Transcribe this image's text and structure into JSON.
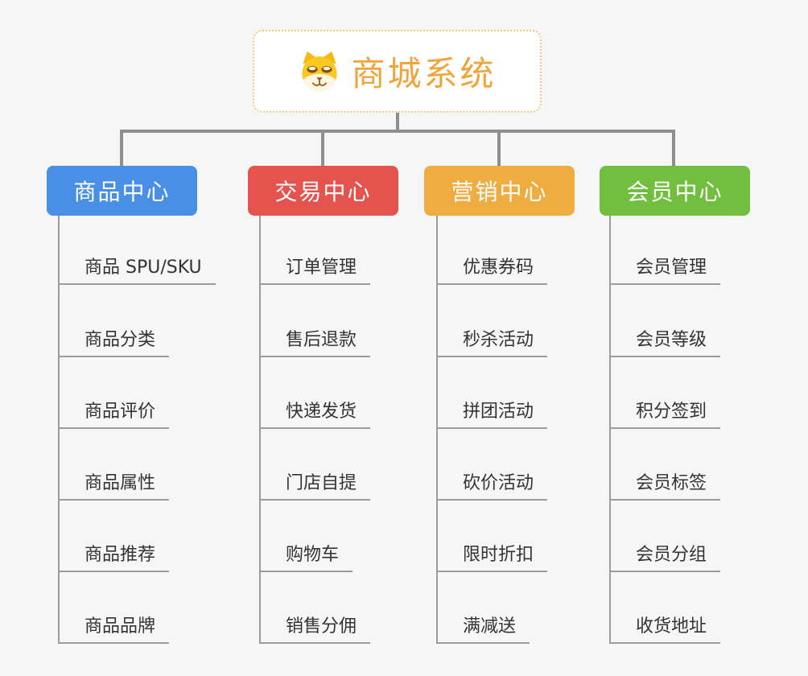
{
  "root": {
    "title": "商城系统",
    "icon": "dog-face-icon",
    "accent_color": "#f0a43c",
    "border_color": "#f5c678"
  },
  "branches": [
    {
      "label": "商品中心",
      "color": "#4a8fe6",
      "items": [
        "商品 SPU/SKU",
        "商品分类",
        "商品评价",
        "商品属性",
        "商品推荐",
        "商品品牌"
      ]
    },
    {
      "label": "交易中心",
      "color": "#e5534f",
      "items": [
        "订单管理",
        "售后退款",
        "快递发货",
        "门店自提",
        "购物车",
        "销售分佣"
      ]
    },
    {
      "label": "营销中心",
      "color": "#efac41",
      "items": [
        "优惠券码",
        "秒杀活动",
        "拼团活动",
        "砍价活动",
        "限时折扣",
        "满减送"
      ]
    },
    {
      "label": "会员中心",
      "color": "#72bf3f",
      "items": [
        "会员管理",
        "会员等级",
        "积分签到",
        "会员标签",
        "会员分组",
        "收货地址"
      ]
    }
  ],
  "colors": {
    "background": "#f6f6f6",
    "connector": "#8f8f8f",
    "leaf_line": "#9c9c9c",
    "leaf_text": "#333333"
  }
}
